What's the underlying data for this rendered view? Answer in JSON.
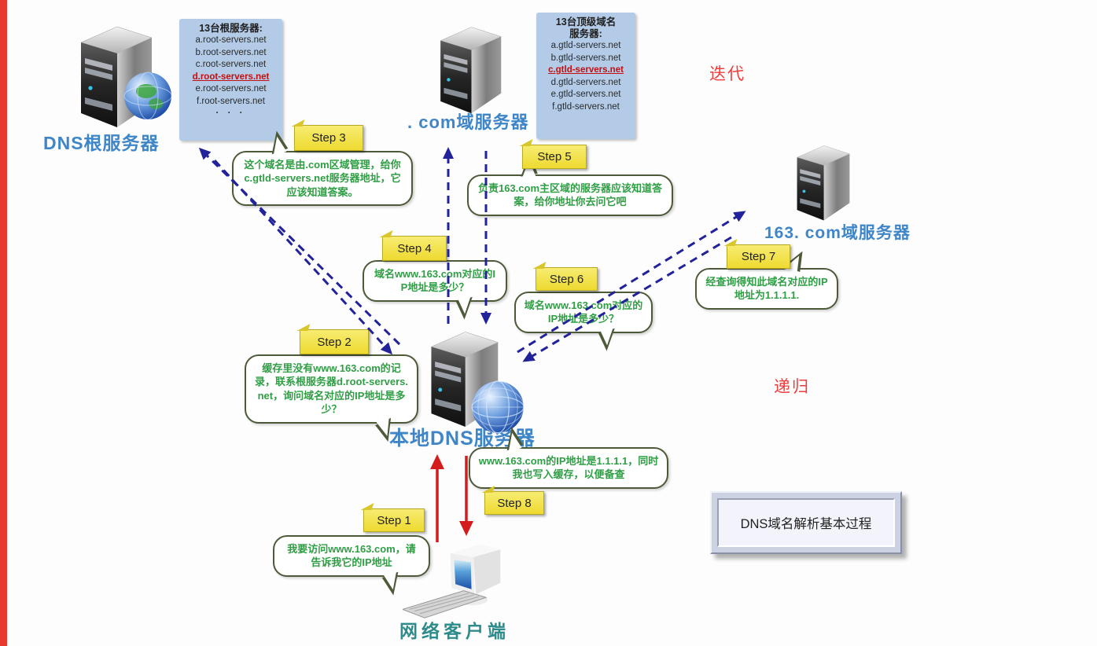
{
  "colors": {
    "label_blue": "#3f86c9",
    "client_teal": "#2e8b8b",
    "bubble_green": "#2f9e44",
    "note_yellow": "#f2e23d",
    "list_box_blue": "#b3cbe6",
    "highlight_red": "#c40f0f",
    "dashed_arrow_navy": "#22229a",
    "solid_arrow_red": "#d41c1c",
    "left_bar_red": "#e8392c"
  },
  "annotations": {
    "iteration": "迭代",
    "recursion": "递归"
  },
  "title_box": {
    "label": "DNS域名解析基本过程"
  },
  "nodes": {
    "root_server": {
      "label": "DNS根服务器"
    },
    "com_server": {
      "label": ". com域服务器"
    },
    "s163_server": {
      "label": "163. com域服务器"
    },
    "local_dns": {
      "label": "本地DNS服务器"
    },
    "client": {
      "label": "网络客户端"
    }
  },
  "root_list": {
    "title": "13台根服务器:",
    "items": [
      "a.root-servers.net",
      "b.root-servers.net",
      "c.root-servers.net",
      "d.root-servers.net",
      "e.root-servers.net",
      "f.root-servers.net"
    ],
    "highlighted_item": "d.root-servers.net",
    "ellipsis": "· · ·"
  },
  "gtld_list": {
    "title_line1": "13台顶级域名",
    "title_line2": "服务器:",
    "items": [
      "a.gtld-servers.net",
      "b.gtld-servers.net",
      "c.gtld-servers.net",
      "d.gtld-servers.net",
      "e.gtld-servers.net",
      "f.gtld-servers.net"
    ],
    "highlighted_item": "c.gtld-servers.net"
  },
  "steps": {
    "step1": {
      "label": "Step 1",
      "text": "我要访问www.163.com，请告诉我它的IP地址"
    },
    "step2": {
      "label": "Step 2",
      "text": "缓存里没有www.163.com的记录，联系根服务器d.root-servers.net，询问域名对应的IP地址是多少？"
    },
    "step3": {
      "label": "Step 3",
      "text": "这个域名是由.com区域管理，给你c.gtld-servers.net服务器地址，它应该知道答案。"
    },
    "step4": {
      "label": "Step 4",
      "text": "域名www.163.com对应的IP地址是多少？"
    },
    "step5": {
      "label": "Step 5",
      "text": "负责163.com主区域的服务器应该知道答案，给你地址你去问它吧"
    },
    "step6": {
      "label": "Step 6",
      "text": "域名www.163.com对应的IP地址是多少？"
    },
    "step7": {
      "label": "Step 7",
      "text": "经查询得知此域名对应的IP地址为1.1.1.1."
    },
    "step8": {
      "label": "Step 8",
      "text": "www.163.com的IP地址是1.1.1.1，同时我也写入缓存，以便备查"
    }
  }
}
